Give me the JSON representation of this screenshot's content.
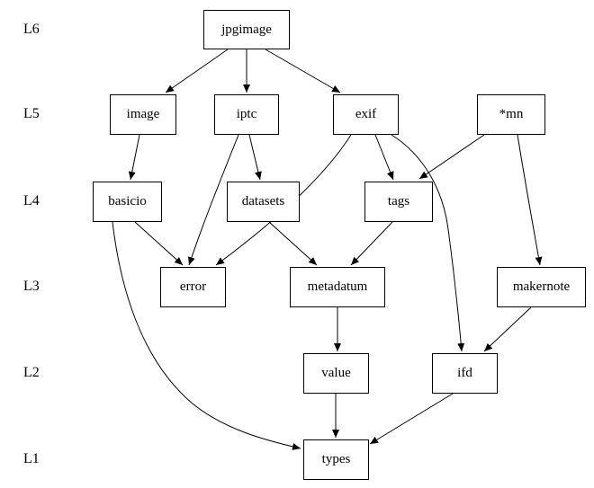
{
  "diagram": {
    "background_color": "#ffffff",
    "node_border_color": "#000000",
    "edge_color": "#000000",
    "levels": [
      {
        "id": "L6",
        "label": "L6"
      },
      {
        "id": "L5",
        "label": "L5"
      },
      {
        "id": "L4",
        "label": "L4"
      },
      {
        "id": "L3",
        "label": "L3"
      },
      {
        "id": "L2",
        "label": "L2"
      },
      {
        "id": "L1",
        "label": "L1"
      }
    ],
    "nodes": [
      {
        "id": "jpgimage",
        "label": "jpgimage",
        "level": "L6"
      },
      {
        "id": "image",
        "label": "image",
        "level": "L5"
      },
      {
        "id": "iptc",
        "label": "iptc",
        "level": "L5"
      },
      {
        "id": "exif",
        "label": "exif",
        "level": "L5"
      },
      {
        "id": "mn",
        "label": "*mn",
        "level": "L5"
      },
      {
        "id": "basicio",
        "label": "basicio",
        "level": "L4"
      },
      {
        "id": "datasets",
        "label": "datasets",
        "level": "L4"
      },
      {
        "id": "tags",
        "label": "tags",
        "level": "L4"
      },
      {
        "id": "error",
        "label": "error",
        "level": "L3"
      },
      {
        "id": "metadatum",
        "label": "metadatum",
        "level": "L3"
      },
      {
        "id": "makernote",
        "label": "makernote",
        "level": "L3"
      },
      {
        "id": "value",
        "label": "value",
        "level": "L2"
      },
      {
        "id": "ifd",
        "label": "ifd",
        "level": "L2"
      },
      {
        "id": "types",
        "label": "types",
        "level": "L1"
      }
    ],
    "edges": [
      {
        "from": "jpgimage",
        "to": "image"
      },
      {
        "from": "jpgimage",
        "to": "iptc"
      },
      {
        "from": "jpgimage",
        "to": "exif"
      },
      {
        "from": "image",
        "to": "basicio"
      },
      {
        "from": "iptc",
        "to": "datasets"
      },
      {
        "from": "iptc",
        "to": "error"
      },
      {
        "from": "exif",
        "to": "tags"
      },
      {
        "from": "exif",
        "to": "error"
      },
      {
        "from": "exif",
        "to": "ifd"
      },
      {
        "from": "mn",
        "to": "tags"
      },
      {
        "from": "mn",
        "to": "makernote"
      },
      {
        "from": "basicio",
        "to": "error"
      },
      {
        "from": "basicio",
        "to": "types"
      },
      {
        "from": "datasets",
        "to": "metadatum"
      },
      {
        "from": "tags",
        "to": "metadatum"
      },
      {
        "from": "metadatum",
        "to": "value"
      },
      {
        "from": "makernote",
        "to": "ifd"
      },
      {
        "from": "value",
        "to": "types"
      },
      {
        "from": "ifd",
        "to": "types"
      }
    ]
  }
}
